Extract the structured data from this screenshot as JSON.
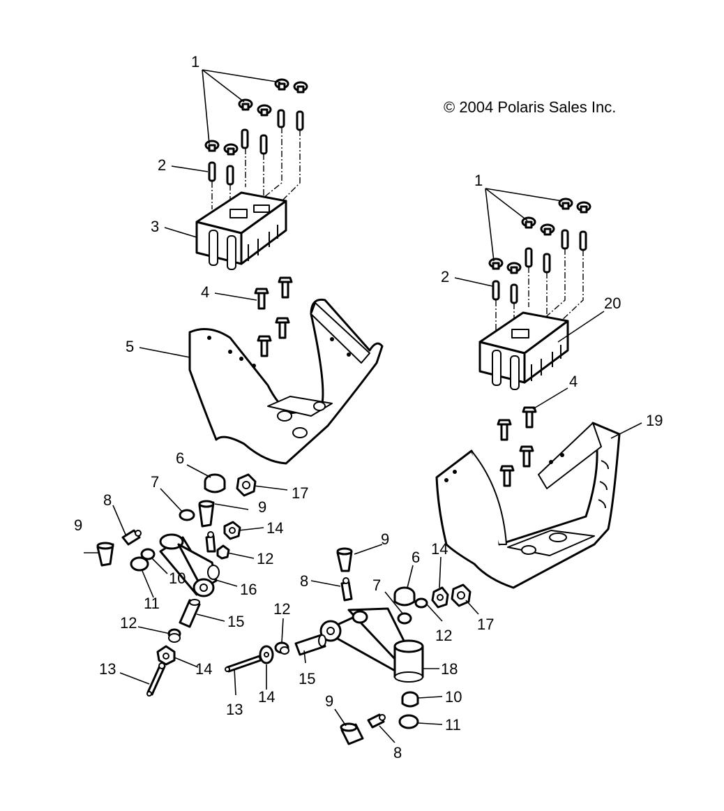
{
  "copyright": "© 2004 Polaris Sales Inc.",
  "callouts": {
    "c1a": "1",
    "c2a": "2",
    "c3": "3",
    "c4a": "4",
    "c5": "5",
    "c1b": "1",
    "c2b": "2",
    "c20": "20",
    "c4b": "4",
    "c19": "19",
    "c6a": "6",
    "c17a": "17",
    "c7a": "7",
    "c9a": "9",
    "c8a": "8",
    "c9b": "9",
    "c14a": "14",
    "c12a": "12",
    "c10a": "10",
    "c16": "16",
    "c11a": "11",
    "c15a": "15",
    "c12b": "12",
    "c14b": "14",
    "c13a": "13",
    "c9c": "9",
    "c8b": "8",
    "c6b": "6",
    "c14c": "14",
    "c7b": "7",
    "c12c": "12",
    "c17b": "17",
    "c12d": "12",
    "c15b": "15",
    "c18": "18",
    "c13b": "13",
    "c14d": "14",
    "c10b": "10",
    "c11b": "11",
    "c9d": "9",
    "c8c": "8"
  }
}
